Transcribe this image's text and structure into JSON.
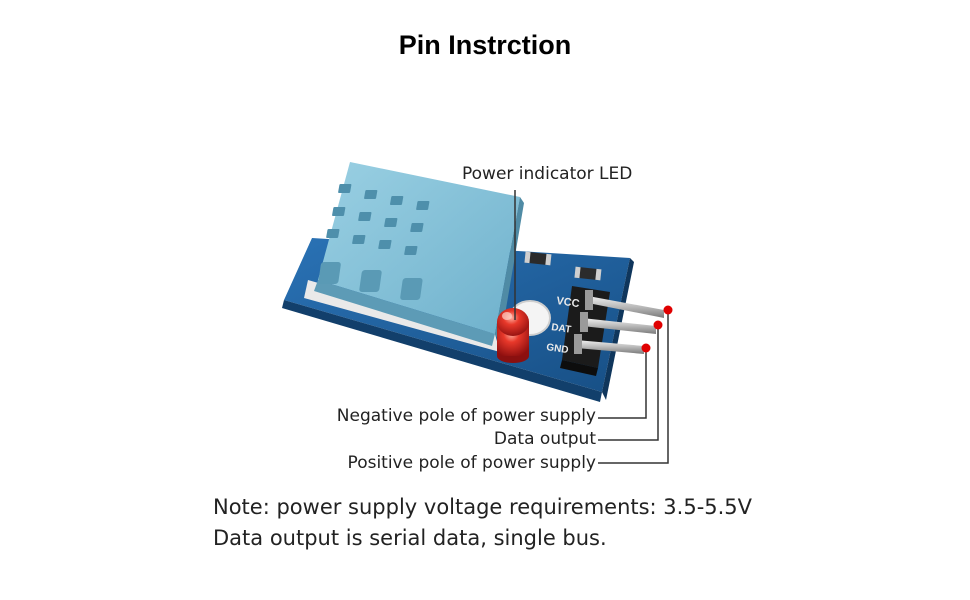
{
  "title": "Pin Instrction",
  "labels": {
    "led": "Power indicator LED",
    "negative": "Negative pole of power supply",
    "data": "Data output",
    "positive": "Positive pole of power supply"
  },
  "board_silkscreen": {
    "vcc": "VCC",
    "dat": "DAT",
    "gnd": "GND"
  },
  "notes": [
    "Note: power supply voltage requirements: 3.5-5.5V",
    "Data output is serial data, single bus."
  ],
  "colors": {
    "pcb": "#1e5f9c",
    "sensor": "#7fbfd6",
    "led": "#d81e1e",
    "marker": "#e00000",
    "leader_line": "#333333"
  }
}
